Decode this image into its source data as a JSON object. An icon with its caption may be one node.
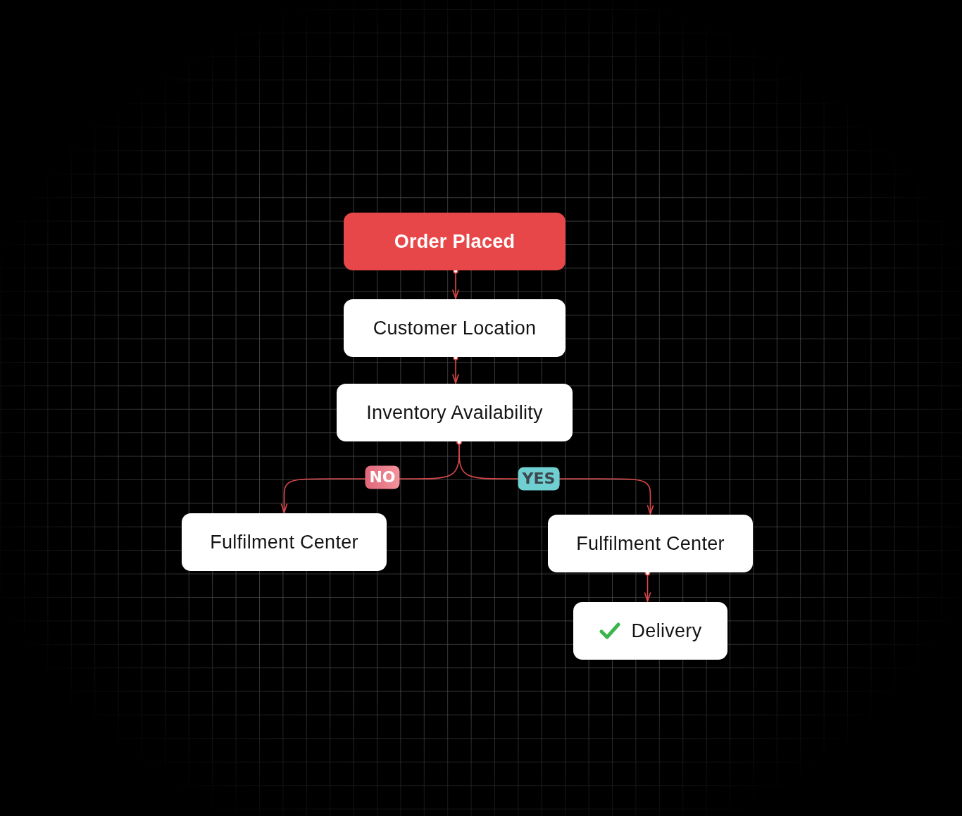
{
  "diagram": {
    "nodes": [
      {
        "text": [
          "Order Placed"
        ]
      },
      {
        "text": [
          "Customer Location"
        ]
      },
      {
        "text": [
          "Inventory Availability"
        ]
      },
      {
        "text": [
          "Fulfilment Center"
        ]
      },
      {
        "text": [
          "Fulfilment Center"
        ]
      },
      {
        "text": [
          "Delivery"
        ]
      }
    ],
    "edges": [
      {
        "from": 0,
        "to": 1,
        "arrow": "to"
      },
      {
        "from": 1,
        "to": 2,
        "arrow": "to"
      },
      {
        "from": 2,
        "to": 3,
        "arrow": "to",
        "label": "NO"
      },
      {
        "from": 2,
        "to": 4,
        "arrow": "to",
        "label": "YES"
      },
      {
        "from": 4,
        "to": 5,
        "arrow": "to"
      }
    ]
  }
}
